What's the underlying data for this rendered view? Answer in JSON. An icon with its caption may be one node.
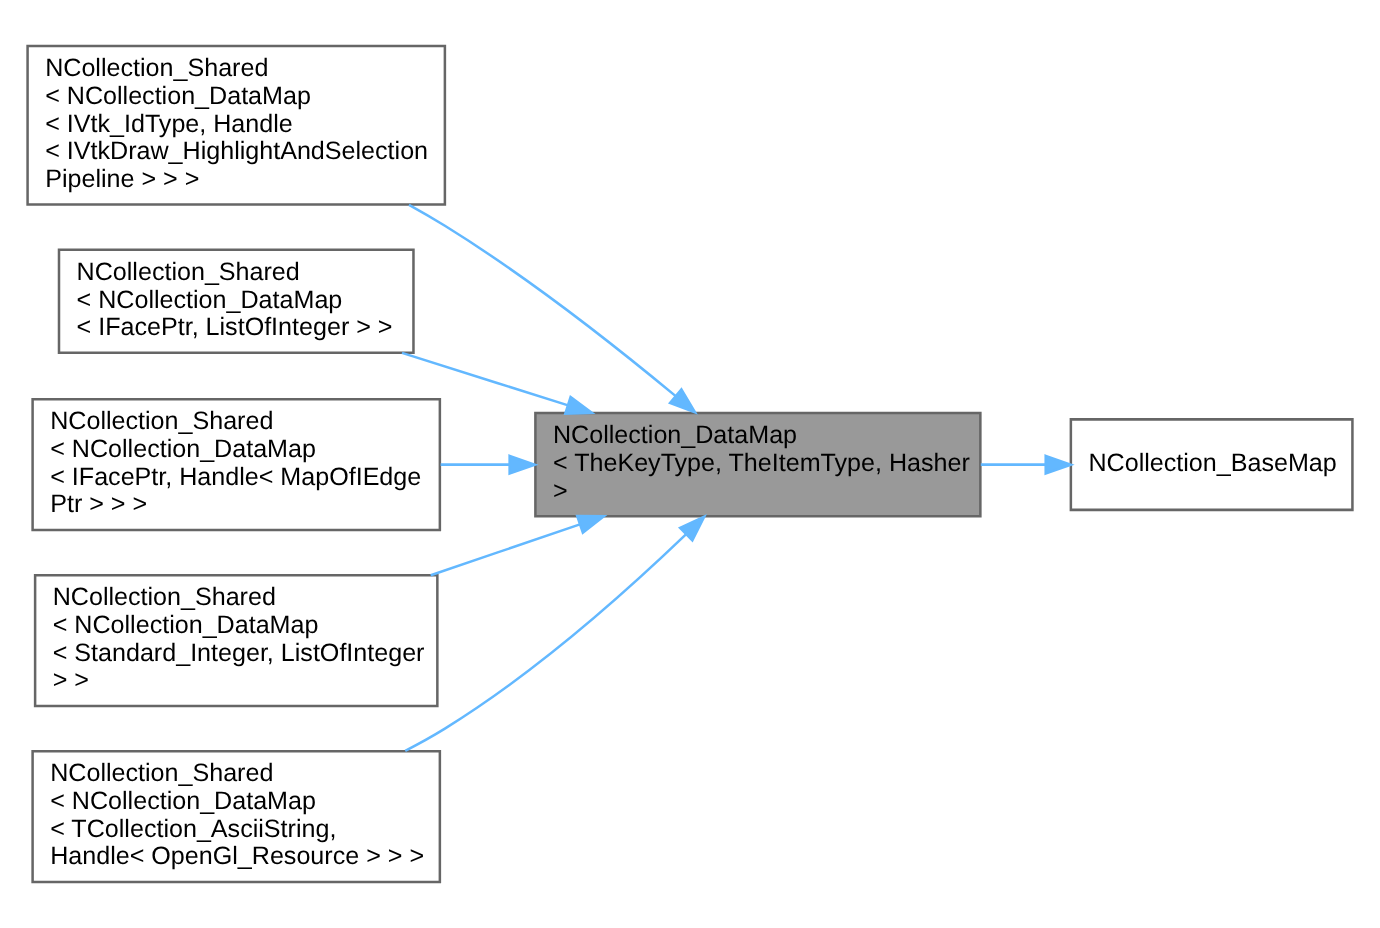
{
  "diagram": {
    "nodes": [
      {
        "text": [
          "NCollection_BaseMap"
        ]
      },
      {
        "text": [
          "NCollection_DataMap < TheKeyType, TheItemType, Hasher >"
        ]
      },
      {
        "text": [
          "NCollection_Shared < NCollection_DataMap < IVtk_IdType, Handle < IVtkDraw_HighlightAndSelection Pipeline > > >"
        ]
      },
      {
        "text": [
          "NCollection_Shared < NCollection_DataMap < IFacePtr, ListOfInteger > >"
        ]
      },
      {
        "text": [
          "NCollection_Shared < NCollection_DataMap < IFacePtr, Handle< MapOfIEdge Ptr > > >"
        ]
      },
      {
        "text": [
          "NCollection_Shared < NCollection_DataMap < Standard_Integer, ListOfInteger > >"
        ]
      },
      {
        "text": [
          "NCollection_Shared < NCollection_DataMap < TCollection_AsciiString, Handle< OpenGl_Resource > > >"
        ]
      }
    ],
    "edges": [
      {
        "from": 1,
        "to": 0,
        "arrow": "to"
      },
      {
        "from": 2,
        "to": 1,
        "arrow": "to"
      },
      {
        "from": 3,
        "to": 1,
        "arrow": "to"
      },
      {
        "from": 4,
        "to": 1,
        "arrow": "to"
      },
      {
        "from": 5,
        "to": 1,
        "arrow": "to"
      },
      {
        "from": 6,
        "to": 1,
        "arrow": "to"
      }
    ]
  }
}
